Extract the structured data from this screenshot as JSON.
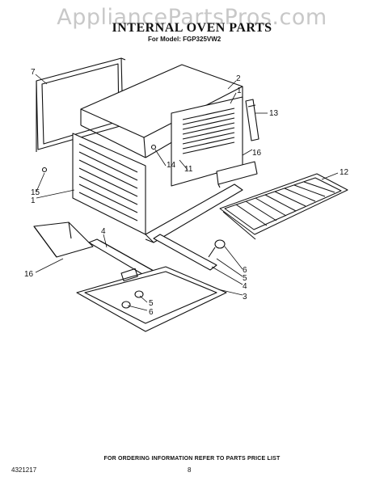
{
  "watermark": "AppliancePartsPros.com",
  "header": {
    "title": "INTERNAL OVEN PARTS",
    "subtitle": "For Model: FGP325VW2"
  },
  "callouts": [
    "7",
    "2",
    "1",
    "13",
    "15",
    "1",
    "14",
    "11",
    "16",
    "12",
    "4",
    "16",
    "6",
    "5",
    "4",
    "3",
    "5",
    "6"
  ],
  "footer": {
    "ordering_note": "FOR ORDERING INFORMATION REFER TO PARTS PRICE LIST",
    "part_code": "4321217",
    "page_number": "8"
  }
}
